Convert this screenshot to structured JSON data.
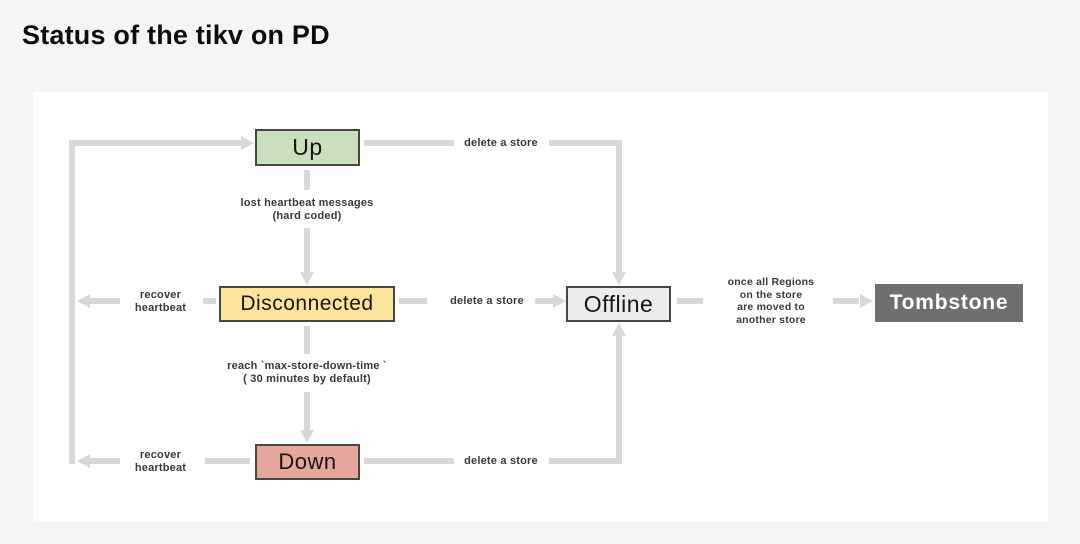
{
  "title": "Status of the tikv on PD",
  "diagram": {
    "nodes": {
      "up": {
        "label": "Up",
        "fill": "#cbdfc1"
      },
      "disconnected": {
        "label": "Disconnected",
        "fill": "#fbe39c"
      },
      "down": {
        "label": "Down",
        "fill": "#e5a69e"
      },
      "offline": {
        "label": "Offline",
        "fill": "#ececec"
      },
      "tombstone": {
        "label": "Tombstone",
        "fill": "#6f6f6f"
      }
    },
    "edge_labels": {
      "up_to_offline": "delete a store",
      "disconnected_to_offline": "delete a store",
      "down_to_offline": "delete a store",
      "up_to_disconnected": "lost heartbeat messages\n(hard coded)",
      "disconnected_to_down": "reach `max-store-down-time `\n( 30 minutes  by default)",
      "disconnected_to_up": "recover\nheartbeat",
      "down_to_up": "recover\nheartbeat",
      "offline_to_tombstone": "once all Regions\non the store\nare moved to\nanother store"
    }
  },
  "colors": {
    "page_bg": "#f5f5f5",
    "card_bg": "#fefefe",
    "arrow": "#d8d8d8",
    "node_border": "#47473f",
    "up_fill": "#cbdfc1",
    "disconnected_fill": "#fbe39c",
    "down_fill": "#e5a69e",
    "offline_fill": "#ececec",
    "tombstone_fill": "#6f6f6f",
    "tombstone_text": "#ffffff",
    "label_text": "#3a3a35",
    "node_text": "#17170f",
    "title_text": "#0e0e0e"
  }
}
